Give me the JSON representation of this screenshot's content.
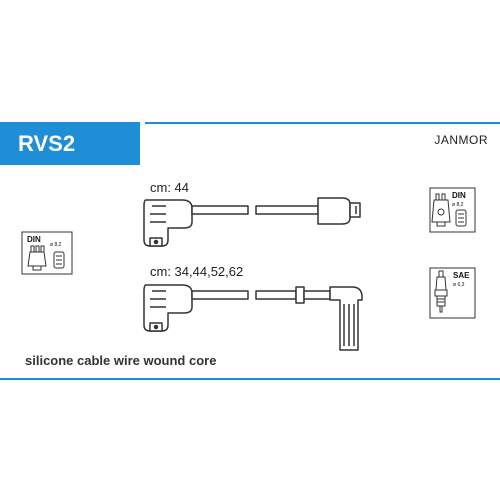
{
  "product_code": "RVS2",
  "brand": "JANMOR",
  "cable_top": {
    "length_label": "cm: 44"
  },
  "cable_bottom": {
    "length_label": "cm: 34,44,52,62"
  },
  "distributor_cap": {
    "standard": "DIN",
    "spec": "ø 8,2"
  },
  "coil_cap": {
    "standard": "DIN",
    "spec": "ø 8,2"
  },
  "spark_plug": {
    "standard": "SAE",
    "spec": "ø 6,3"
  },
  "footer_note": "silicone cable wire wound core",
  "colors": {
    "accent": "#1e8fd6",
    "line": "#333333"
  }
}
